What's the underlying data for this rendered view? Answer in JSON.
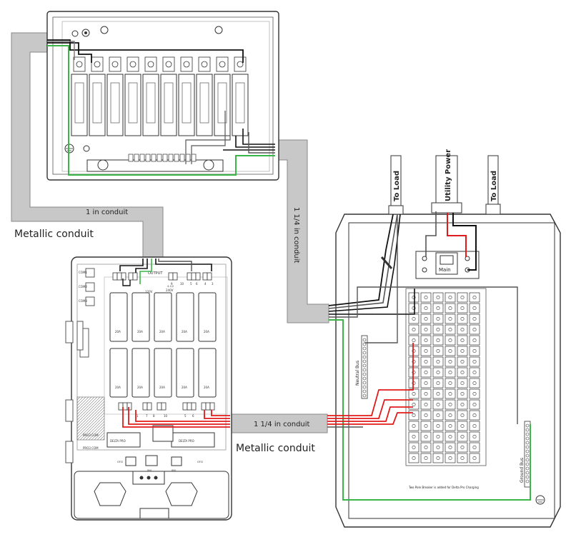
{
  "labels": {
    "conduit_1in": "1 in conduit",
    "metallic_conduit_top": "Metallic conduit",
    "conduit_114_vertical": "1 1/4 in conduit",
    "conduit_114_horizontal": "1 1/4 in conduit",
    "metallic_conduit_bottom": "Metallic conduit",
    "to_load_left": "To Load",
    "utility_power": "Utility Power",
    "to_load_right": "To Load",
    "main": "Main",
    "neutral_bus": "Neutral Bus",
    "ground_bus": "Ground Bus",
    "note": "Two Pole Breaker is added for Delta Pro Charging"
  },
  "inverter_labels": {
    "output": "OUTPUT",
    "v120": "120V",
    "v240": "240V",
    "pair_label": "4-1/2",
    "top_circuits": [
      "9",
      "10",
      "5",
      "6",
      "4",
      "3"
    ],
    "bottom_circuits": [
      "7",
      "8",
      "10",
      "5",
      "6",
      "4",
      "1"
    ],
    "breaker_rating": "20A",
    "com1": "COM1",
    "com2": "COM2",
    "com3": "COM3",
    "port_left": "PRO3 COM",
    "port_left2": "PRO3 COM",
    "delta_pro_a": "DELTA PRO",
    "delta_pro_b": "DELTA PRO",
    "gfci_a": "GFCI",
    "gfci_b": "GFCI",
    "inlet_a": "INV",
    "inlet_b": "INV"
  },
  "colors": {
    "conduit": "#c8c8c8",
    "hot_black": "#111111",
    "hot_red": "#e01b1b",
    "neutral_gray": "#7a7a7a",
    "ground_green": "#3bb54a",
    "outline": "#2a2a2a"
  }
}
